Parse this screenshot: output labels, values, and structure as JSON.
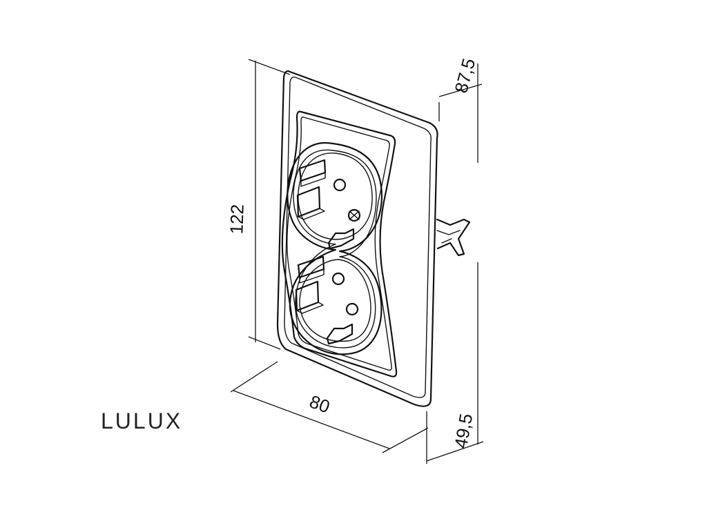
{
  "drawing": {
    "brand": "LULUX",
    "dimensions": {
      "height": "122",
      "width": "80",
      "depth_total": "87,5",
      "depth_front": "49,5"
    }
  }
}
